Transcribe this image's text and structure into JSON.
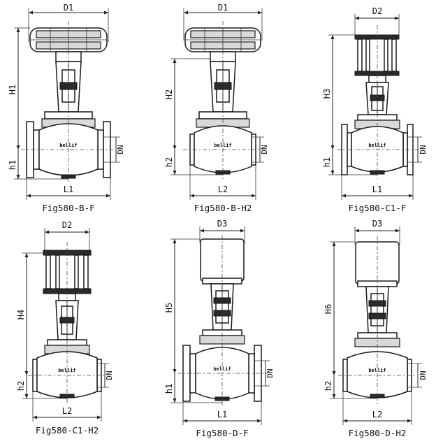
{
  "drawings": [
    {
      "caption": "Fig580-B-F",
      "top_dim": "D1",
      "height_dim": "H1",
      "base_dim": "h1",
      "side_dim": "DN",
      "bottom_dim": "L1"
    },
    {
      "caption": "Fig580-B-H2",
      "top_dim": "D1",
      "height_dim": "H2",
      "base_dim": "h2",
      "side_dim": "DN",
      "bottom_dim": "L2"
    },
    {
      "caption": "Fig580-C1-F",
      "top_dim": "D2",
      "height_dim": "H3",
      "base_dim": "h1",
      "side_dim": "DN",
      "bottom_dim": "L1"
    },
    {
      "caption": "Fig580-C1-H2",
      "top_dim": "D2",
      "height_dim": "H4",
      "base_dim": "h2",
      "side_dim": "DN",
      "bottom_dim": "L2"
    },
    {
      "caption": "Fig580-D-F",
      "top_dim": "D3",
      "height_dim": "H5",
      "base_dim": "h1",
      "side_dim": "DN",
      "bottom_dim": "L1"
    },
    {
      "caption": "Fig580-D-H2",
      "top_dim": "D3",
      "height_dim": "H6",
      "base_dim": "h2",
      "side_dim": "DN",
      "bottom_dim": "L2"
    }
  ],
  "body_marking": "bellif"
}
